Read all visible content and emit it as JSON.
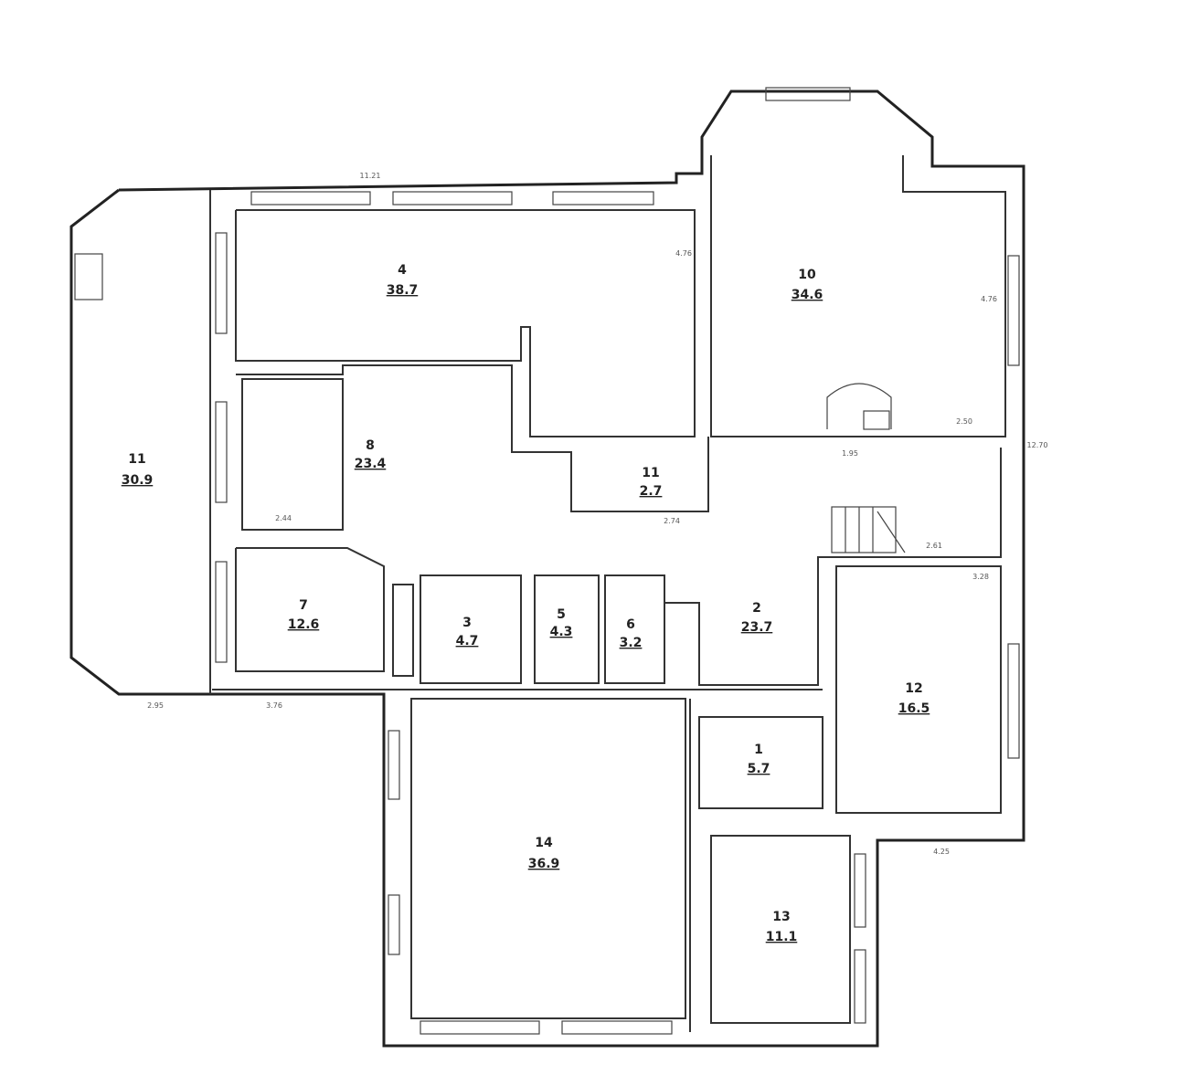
{
  "plan": {
    "rooms": [
      {
        "id": "room-left",
        "number": "11",
        "area": "30.9"
      },
      {
        "id": "room-living",
        "number": "4",
        "area": "38.7"
      },
      {
        "id": "room-bay",
        "number": "10",
        "area": "34.6"
      },
      {
        "id": "room-hall",
        "number": "8",
        "area": "23.4"
      },
      {
        "id": "room-wc",
        "number": "11",
        "area": "2.7"
      },
      {
        "id": "room-corner",
        "number": "7",
        "area": "12.6"
      },
      {
        "id": "room-bath",
        "number": "3",
        "area": "4.7"
      },
      {
        "id": "room-store",
        "number": "5",
        "area": "4.3"
      },
      {
        "id": "room-shower",
        "number": "6",
        "area": "3.2"
      },
      {
        "id": "room-stair",
        "number": "2",
        "area": "23.7"
      },
      {
        "id": "room-right",
        "number": "12",
        "area": "16.5"
      },
      {
        "id": "room-small",
        "number": "1",
        "area": "5.7"
      },
      {
        "id": "room-big",
        "number": "14",
        "area": "36.9"
      },
      {
        "id": "room-bottom-right",
        "number": "13",
        "area": "11.1"
      }
    ],
    "dimensions": [
      "11.21",
      "4.76",
      "4.76",
      "2.44",
      "2.50",
      "12.70",
      "3.76",
      "2.95",
      "4.25",
      "2.74",
      "2.61",
      "3.28",
      "1.95"
    ]
  }
}
